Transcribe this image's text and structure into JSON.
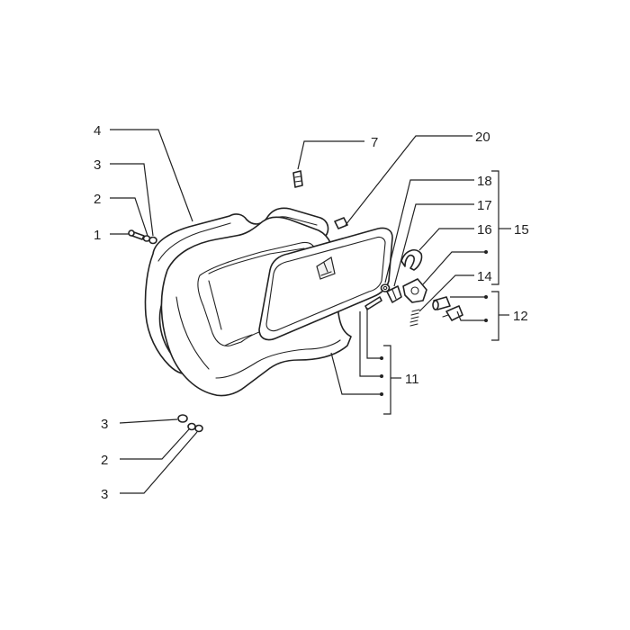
{
  "callouts": {
    "c1": "1",
    "c2_top": "2",
    "c3_top": "3",
    "c4": "4",
    "c7": "7",
    "c20": "20",
    "c18": "18",
    "c17": "17",
    "c16": "16",
    "c15": "15",
    "c14": "14",
    "c12": "12",
    "c11": "11",
    "c3_b1": "3",
    "c2_bottom": "2",
    "c3_b2": "3"
  }
}
